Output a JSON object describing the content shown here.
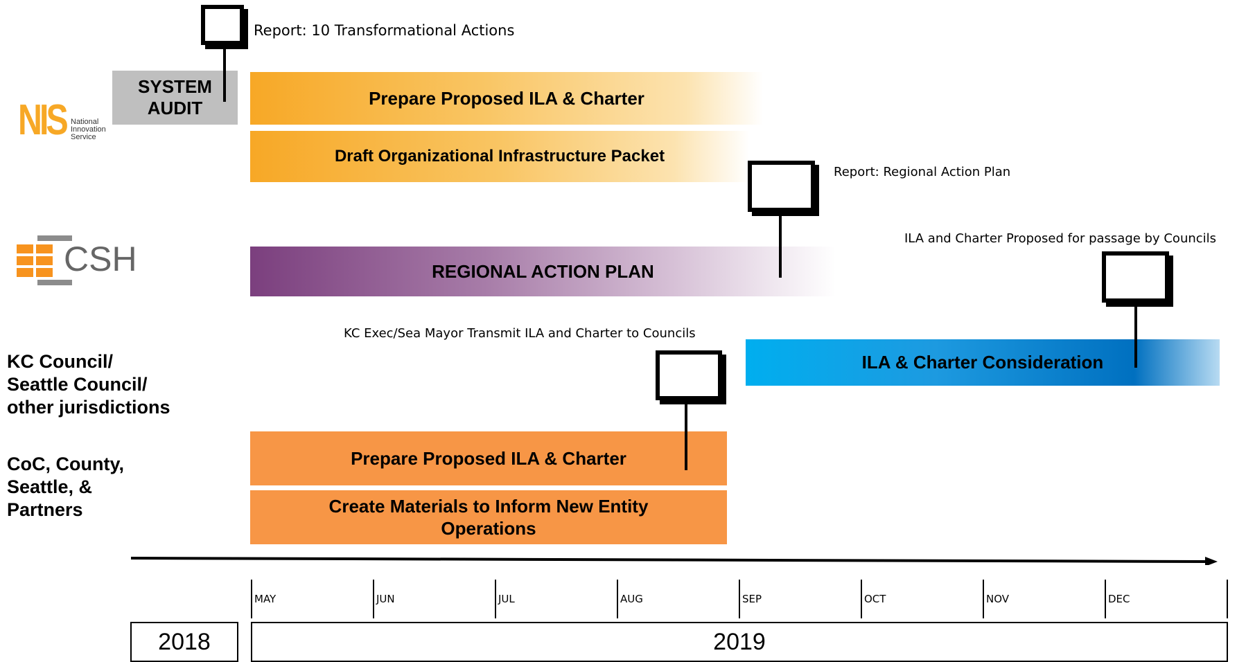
{
  "logos": {
    "nis": {
      "mark": "NIS",
      "line1": "National",
      "line2": "Innovation",
      "line3": "Service",
      "color": "#F7A826"
    },
    "csh": {
      "text": "CSH",
      "orange": "#F7931E",
      "gray": "#8C8C8C"
    }
  },
  "row_labels": {
    "councils": [
      "KC Council/",
      "Seattle Council/",
      "other jurisdictions"
    ],
    "partners": [
      "CoC, County,",
      "Seattle, &",
      "Partners"
    ]
  },
  "bars": {
    "system_audit": {
      "line1": "SYSTEM",
      "line2": "AUDIT",
      "color": "#BFBFBF"
    },
    "nis_ila": {
      "label": "Prepare Proposed ILA & Charter",
      "color": "#F7A826"
    },
    "nis_packet": {
      "label": "Draft Organizational Infrastructure Packet",
      "color": "#F7A826"
    },
    "regional": {
      "label": "REGIONAL ACTION PLAN",
      "color": "#7B3F7E"
    },
    "consideration": {
      "label": "ILA & Charter Consideration",
      "color_start": "#00AEEF",
      "color_end": "#0070C0"
    },
    "partners_ila": {
      "label": "Prepare Proposed ILA & Charter",
      "color": "#F79646"
    },
    "materials": {
      "label": "Create Materials to Inform New Entity Operations",
      "color": "#F79646"
    }
  },
  "milestones": {
    "report_10": "Report: 10 Transformational Actions",
    "report_regional": "Report: Regional Action Plan",
    "passage": "ILA and Charter Proposed for passage by Councils",
    "transmit": "KC Exec/Sea Mayor Transmit ILA and Charter to Councils"
  },
  "timeline": {
    "months": [
      "MAY",
      "JUN",
      "JUL",
      "AUG",
      "SEP",
      "OCT",
      "NOV",
      "DEC"
    ],
    "years": [
      "2018",
      "2019"
    ]
  }
}
